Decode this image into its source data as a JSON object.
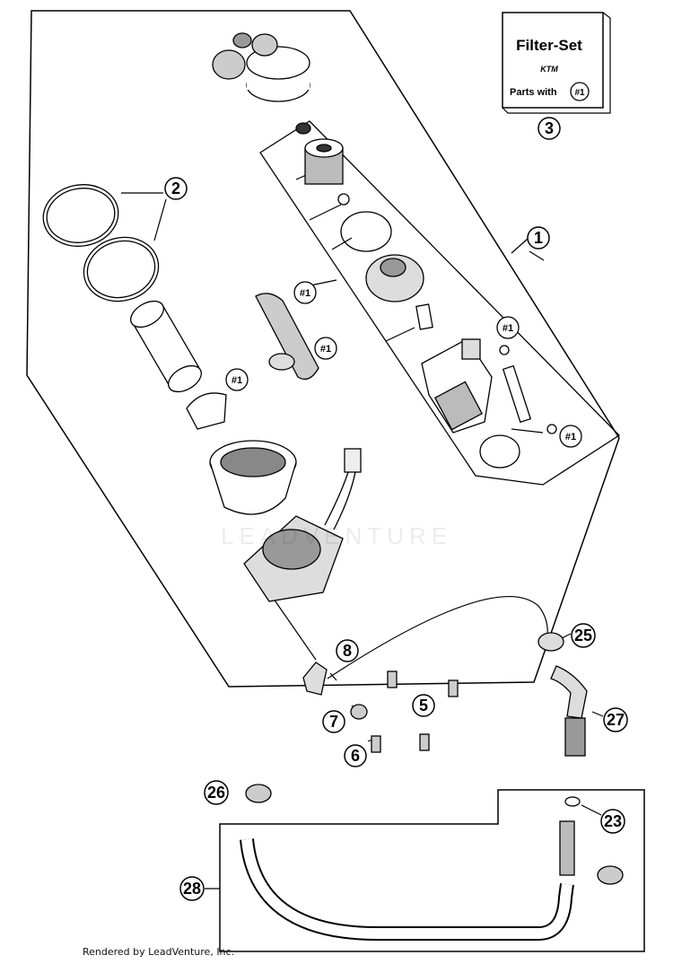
{
  "filter_set": {
    "title": "Filter-Set",
    "brand": "KTM",
    "parts_text": "Parts with",
    "parts_tag": "#1"
  },
  "callouts": {
    "c1": "1",
    "c2": "2",
    "c3": "3",
    "c5": "5",
    "c6": "6",
    "c7": "7",
    "c8": "8",
    "c23": "23",
    "c25": "25",
    "c26": "26",
    "c27": "27",
    "c28": "28"
  },
  "tags": {
    "t_a": "#1",
    "t_b": "#1",
    "t_c": "#1",
    "t_d": "#1",
    "t_e": "#1",
    "t_f": "#1"
  },
  "watermark": "LEADVENTURE",
  "footer": "Rendered by LeadVenture, Inc."
}
